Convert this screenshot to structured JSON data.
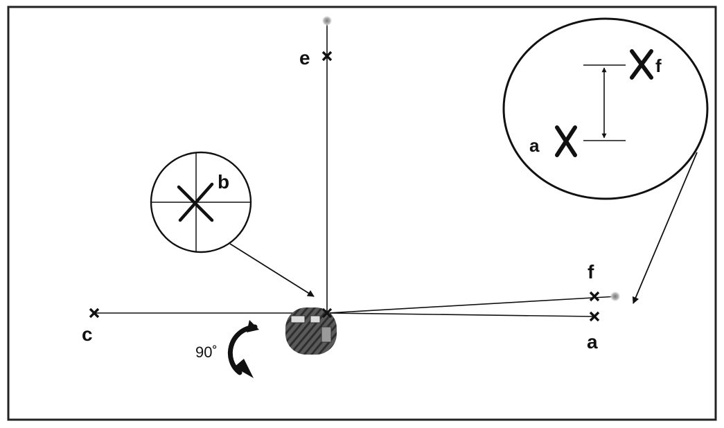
{
  "labels": {
    "e": "e",
    "b": "b",
    "c": "c",
    "f_main": "f",
    "a_main": "a",
    "f_zoom": "f",
    "a_zoom": "a",
    "rotation": "90˚"
  },
  "colors": {
    "ink": "#111111",
    "frame": "#222222",
    "device": "#555555",
    "glow": "#b8b8b8"
  }
}
